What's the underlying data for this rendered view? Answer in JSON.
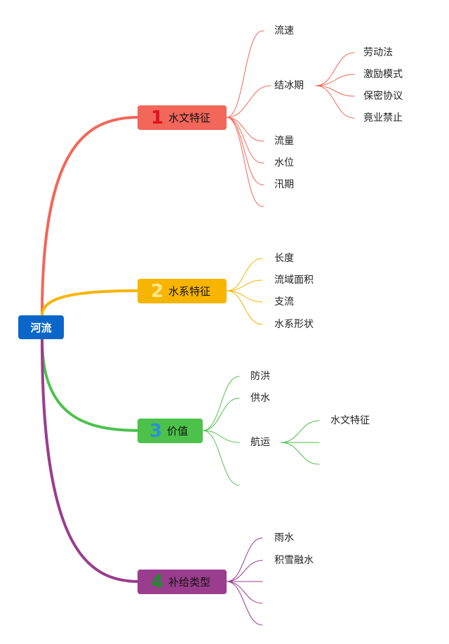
{
  "root": {
    "label": "河流"
  },
  "branches": [
    {
      "number": "1",
      "label": "水文特征",
      "color": "#f2675a",
      "children": [
        {
          "label": "流速"
        },
        {
          "label": "结冰期",
          "children": [
            {
              "label": "劳动法"
            },
            {
              "label": "激励模式"
            },
            {
              "label": "保密协议"
            },
            {
              "label": "竟业禁止"
            }
          ]
        },
        {
          "label": "流量"
        },
        {
          "label": "水位"
        },
        {
          "label": "汛期"
        },
        {
          "label": ""
        }
      ]
    },
    {
      "number": "2",
      "label": "水系特征",
      "color": "#f7b500",
      "children": [
        {
          "label": "长度"
        },
        {
          "label": "流域面积"
        },
        {
          "label": "支流"
        },
        {
          "label": "水系形状"
        }
      ]
    },
    {
      "number": "3",
      "label": "价值",
      "color": "#4cc24a",
      "children": [
        {
          "label": "防洪"
        },
        {
          "label": "供水"
        },
        {
          "label": "航运",
          "children": [
            {
              "label": "水文特征"
            },
            {
              "label": ""
            },
            {
              "label": ""
            }
          ]
        },
        {
          "label": ""
        }
      ]
    },
    {
      "number": "4",
      "label": "补给类型",
      "color": "#9a3d8e",
      "children": [
        {
          "label": "雨水"
        },
        {
          "label": "积雪融水"
        },
        {
          "label": ""
        },
        {
          "label": ""
        },
        {
          "label": ""
        }
      ]
    }
  ]
}
